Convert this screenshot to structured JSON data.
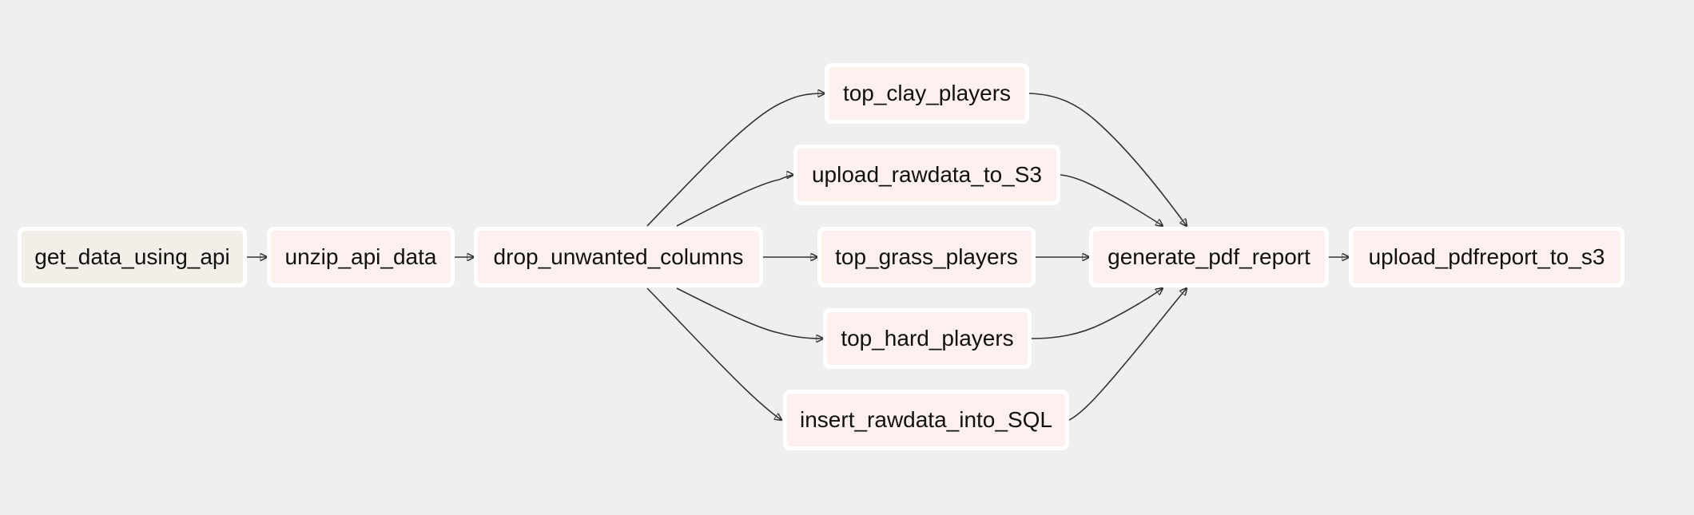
{
  "colors": {
    "background": "#efefef",
    "task_fill": "#fdf0ee",
    "start_task_fill": "#f1efe7",
    "border": "#ffffff",
    "edge": "#333333"
  },
  "tasks": [
    {
      "id": "get_data_using_api",
      "label": "get_data_using_api"
    },
    {
      "id": "unzip_api_data",
      "label": "unzip_api_data"
    },
    {
      "id": "drop_unwanted_columns",
      "label": "drop_unwanted_columns"
    },
    {
      "id": "top_clay_players",
      "label": "top_clay_players"
    },
    {
      "id": "upload_rawdata_to_S3",
      "label": "upload_rawdata_to_S3"
    },
    {
      "id": "top_grass_players",
      "label": "top_grass_players"
    },
    {
      "id": "top_hard_players",
      "label": "top_hard_players"
    },
    {
      "id": "insert_rawdata_into_SQL",
      "label": "insert_rawdata_into_SQL"
    },
    {
      "id": "generate_pdf_report",
      "label": "generate_pdf_report"
    },
    {
      "id": "upload_pdfreport_to_s3",
      "label": "upload_pdfreport_to_s3"
    }
  ],
  "edges": [
    [
      "get_data_using_api",
      "unzip_api_data"
    ],
    [
      "unzip_api_data",
      "drop_unwanted_columns"
    ],
    [
      "drop_unwanted_columns",
      "top_clay_players"
    ],
    [
      "drop_unwanted_columns",
      "upload_rawdata_to_S3"
    ],
    [
      "drop_unwanted_columns",
      "top_grass_players"
    ],
    [
      "drop_unwanted_columns",
      "top_hard_players"
    ],
    [
      "drop_unwanted_columns",
      "insert_rawdata_into_SQL"
    ],
    [
      "top_clay_players",
      "generate_pdf_report"
    ],
    [
      "upload_rawdata_to_S3",
      "generate_pdf_report"
    ],
    [
      "top_grass_players",
      "generate_pdf_report"
    ],
    [
      "top_hard_players",
      "generate_pdf_report"
    ],
    [
      "insert_rawdata_into_SQL",
      "generate_pdf_report"
    ],
    [
      "generate_pdf_report",
      "upload_pdfreport_to_s3"
    ]
  ]
}
